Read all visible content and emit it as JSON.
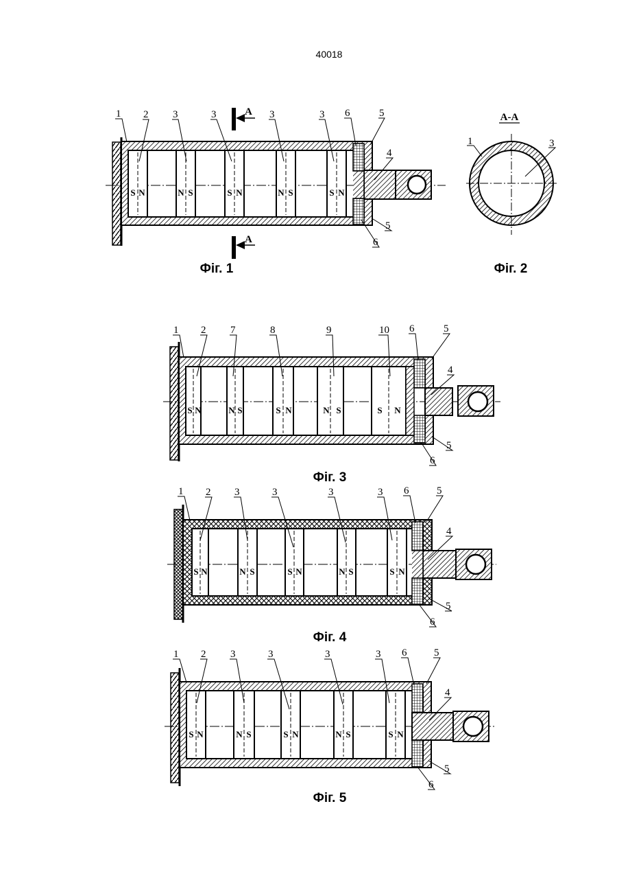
{
  "page_number": "40018",
  "section_label": "A-A",
  "section_marker_letter": "A",
  "captions": {
    "fig1": "Фіг. 1",
    "fig2": "Фіг. 2",
    "fig3": "Фіг. 3",
    "fig4": "Фіг. 4",
    "fig5": "Фіг. 5"
  },
  "fig1": {
    "labels": {
      "housing": "1",
      "magnet_first": "2",
      "magnet": "3",
      "rod": "4",
      "end_cap": "5",
      "bearing": "6"
    },
    "poles": [
      [
        "S",
        "N"
      ],
      [
        "N",
        "S"
      ],
      [
        "S",
        "N"
      ],
      [
        "N",
        "S"
      ],
      [
        "S",
        "N"
      ]
    ]
  },
  "fig2": {
    "labels": {
      "housing": "1",
      "magnet": "3"
    }
  },
  "fig3": {
    "labels": {
      "housing": "1",
      "m1": "2",
      "m2": "7",
      "m3": "8",
      "m4": "9",
      "m5": "10",
      "rod": "4",
      "end_cap": "5",
      "bearing": "6"
    },
    "poles": [
      [
        "S",
        "N"
      ],
      [
        "N",
        "S"
      ],
      [
        "S",
        "N"
      ],
      [
        "N",
        "S"
      ],
      [
        "S",
        "N"
      ]
    ]
  },
  "fig4": {
    "labels": {
      "housing": "1",
      "magnet_first": "2",
      "magnet": "3",
      "rod": "4",
      "end_cap": "5",
      "bearing": "6"
    },
    "poles": [
      [
        "S",
        "N"
      ],
      [
        "N",
        "S"
      ],
      [
        "S",
        "N"
      ],
      [
        "N",
        "S"
      ],
      [
        "S",
        "N"
      ]
    ]
  },
  "fig5": {
    "labels": {
      "housing": "1",
      "magnet_first": "2",
      "magnet": "3",
      "rod": "4",
      "end_cap": "5",
      "bearing": "6"
    },
    "poles": [
      [
        "S",
        "N"
      ],
      [
        "N",
        "S"
      ],
      [
        "S",
        "N"
      ],
      [
        "N",
        "S"
      ],
      [
        "S",
        "N"
      ]
    ]
  }
}
